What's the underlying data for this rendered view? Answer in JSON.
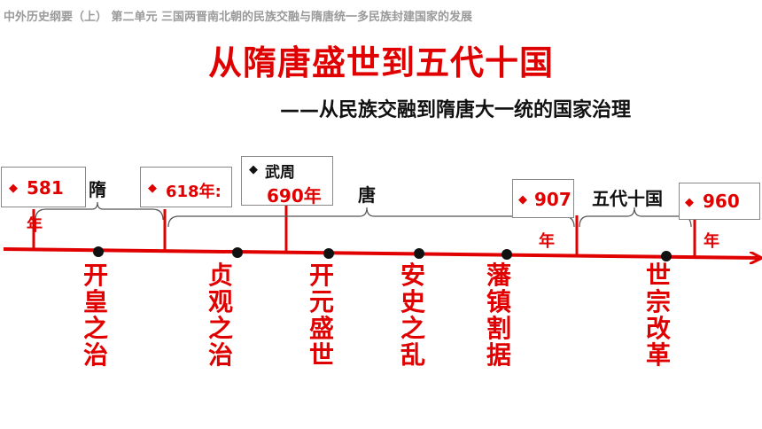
{
  "header": "中外历史纲要（上）  第二单元  三国两晋南北朝的民族交融与隋唐统一多民族封建国家的发展",
  "title": "从隋唐盛世到五代十国",
  "subtitle": "——从民族交融到隋唐大一统的国家治理",
  "periods": {
    "sui": "隋",
    "tang": "唐",
    "wudai": "五代十国"
  },
  "years": {
    "y581": "581",
    "y618": "618年:",
    "wuzhou": "武周",
    "y690": "690年",
    "y907": "907",
    "y960": "960",
    "nian": "年"
  },
  "bullet": "◆",
  "events": [
    "开皇之治",
    "贞观之治",
    "开元盛世",
    "安史之乱",
    "藩镇割据",
    "世宗改革"
  ],
  "colors": {
    "accent": "#e00000",
    "text": "#111111",
    "header": "#9a9a9a"
  }
}
